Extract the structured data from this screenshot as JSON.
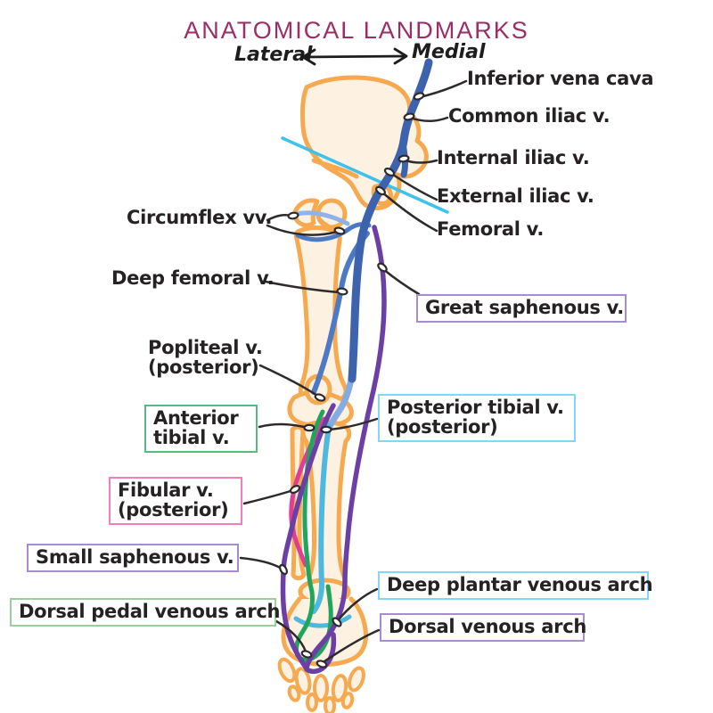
{
  "title": {
    "text": "ANATOMICAL LANDMARKS",
    "color": "#9A2E66"
  },
  "orientation": {
    "left": "Lateral",
    "right": "Medial"
  },
  "colors": {
    "label_text": "#262224",
    "leader_line": "#2E2A2B",
    "bone_outline": "#F6A94E",
    "bone_fill": "#FDF1E2",
    "vein_main_blue": "#3E63AE",
    "vein_deep_femoral_blue": "#4E79C4",
    "vein_circumflex_light_blue": "#8FB3E8",
    "vein_popliteal_light_blue": "#85ABE3",
    "vein_posterior_tibial_cyan": "#4FB8DE",
    "vein_anterior_tibial_green": "#21A45D",
    "vein_fibular_pink": "#DC3F96",
    "vein_saphenous_purple": "#6B3FA4",
    "inguinal_ligament_cyan": "#3EC1ED",
    "box_purple": "#A78CD0",
    "box_green": "#5BB97E",
    "box_green_light": "#9CCE9C",
    "box_cyan": "#83D7F3",
    "box_pink": "#F07EBE",
    "pin_fill": "#FFFFFF"
  },
  "labels": {
    "inferior_vena_cava": {
      "text": "Inferior vena cava"
    },
    "common_iliac": {
      "text": "Common iliac v."
    },
    "internal_iliac": {
      "text": "Internal iliac v."
    },
    "external_iliac": {
      "text": "External iliac v."
    },
    "femoral": {
      "text": "Femoral v."
    },
    "circumflex": {
      "text": "Circumflex vv."
    },
    "deep_femoral": {
      "text": "Deep femoral v."
    },
    "great_saphenous": {
      "text": "Great saphenous v."
    },
    "popliteal": {
      "line1": "Popliteal v.",
      "line2": "(posterior)"
    },
    "anterior_tibial": {
      "line1": "Anterior",
      "line2": "tibial v."
    },
    "posterior_tibial": {
      "line1": "Posterior tibial v.",
      "line2": "(posterior)"
    },
    "fibular": {
      "line1": "Fibular v.",
      "line2": "(posterior)"
    },
    "small_saphenous": {
      "text": "Small saphenous v."
    },
    "deep_plantar": {
      "text": "Deep plantar venous arch"
    },
    "dorsal_venous": {
      "text": "Dorsal venous arch"
    },
    "dorsal_pedal": {
      "text": "Dorsal pedal venous arch"
    }
  }
}
